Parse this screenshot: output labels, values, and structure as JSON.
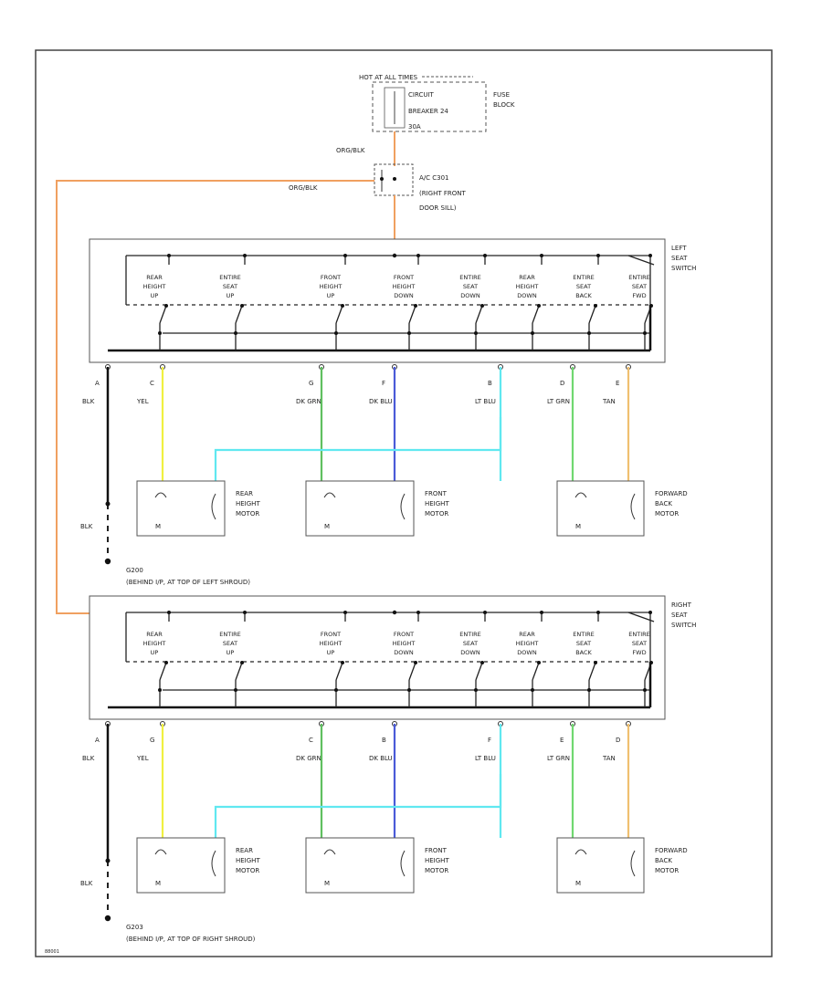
{
  "colors": {
    "org_blk": "#f0a060",
    "yel": "#f0f040",
    "dk_grn": "#60c060",
    "dk_blu": "#4a5ad8",
    "lt_blu": "#60e8f0",
    "lt_grn": "#70d870",
    "tan": "#f0c070",
    "wire": "#222222"
  },
  "header": {
    "fuse_top_label": "HOT AT ALL TIMES",
    "breaker_lines": [
      "CIRCUIT",
      "BREAKER 24",
      "30A"
    ],
    "fuse_block_lines": [
      "FUSE",
      "BLOCK"
    ],
    "org_blk_label": "ORG/BLK",
    "org_blk_label_left": "ORG/BLK",
    "connector_lines": [
      "A/C C301",
      "(RIGHT FRONT",
      "DOOR SILL)"
    ]
  },
  "left_switch": {
    "title_lines": [
      "LEFT",
      "SEAT",
      "SWITCH"
    ],
    "switches": [
      [
        "REAR",
        "HEIGHT",
        "UP"
      ],
      [
        "ENTIRE",
        "SEAT",
        "UP"
      ],
      [
        "FRONT",
        "HEIGHT",
        "UP"
      ],
      [
        "FRONT",
        "HEIGHT",
        "DOWN"
      ],
      [
        "ENTIRE",
        "SEAT",
        "DOWN"
      ],
      [
        "REAR",
        "HEIGHT",
        "DOWN"
      ],
      [
        "ENTIRE",
        "SEAT",
        "BACK"
      ],
      [
        "ENTIRE",
        "SEAT",
        "FWD"
      ]
    ],
    "pins": [
      {
        "pin": "A",
        "wire": "BLK"
      },
      {
        "pin": "C",
        "wire": "YEL"
      },
      {
        "pin": "G",
        "wire": "DK GRN"
      },
      {
        "pin": "F",
        "wire": "DK BLU"
      },
      {
        "pin": "B",
        "wire": "LT BLU"
      },
      {
        "pin": "D",
        "wire": "LT GRN"
      },
      {
        "pin": "E",
        "wire": "TAN"
      }
    ],
    "motors": [
      [
        "REAR",
        "HEIGHT",
        "MOTOR"
      ],
      [
        "FRONT",
        "HEIGHT",
        "MOTOR"
      ],
      [
        "FORWARD",
        "BACK",
        "MOTOR"
      ]
    ],
    "ground_wire": "BLK",
    "ground_name": "G200",
    "ground_desc": "(BEHIND I/P, AT TOP OF LEFT SHROUD)"
  },
  "right_switch": {
    "title_lines": [
      "RIGHT",
      "SEAT",
      "SWITCH"
    ],
    "switches": [
      [
        "REAR",
        "HEIGHT",
        "UP"
      ],
      [
        "ENTIRE",
        "SEAT",
        "UP"
      ],
      [
        "FRONT",
        "HEIGHT",
        "UP"
      ],
      [
        "FRONT",
        "HEIGHT",
        "DOWN"
      ],
      [
        "ENTIRE",
        "SEAT",
        "DOWN"
      ],
      [
        "REAR",
        "HEIGHT",
        "DOWN"
      ],
      [
        "ENTIRE",
        "SEAT",
        "BACK"
      ],
      [
        "ENTIRE",
        "SEAT",
        "FWD"
      ]
    ],
    "pins": [
      {
        "pin": "A",
        "wire": "BLK"
      },
      {
        "pin": "G",
        "wire": "YEL"
      },
      {
        "pin": "C",
        "wire": "DK GRN"
      },
      {
        "pin": "B",
        "wire": "DK BLU"
      },
      {
        "pin": "F",
        "wire": "LT BLU"
      },
      {
        "pin": "E",
        "wire": "LT GRN"
      },
      {
        "pin": "D",
        "wire": "TAN"
      }
    ],
    "motors": [
      [
        "REAR",
        "HEIGHT",
        "MOTOR"
      ],
      [
        "FRONT",
        "HEIGHT",
        "MOTOR"
      ],
      [
        "FORWARD",
        "BACK",
        "MOTOR"
      ]
    ],
    "ground_wire": "BLK",
    "ground_name": "G203",
    "ground_desc": "(BEHIND I/P, AT TOP OF RIGHT SHROUD)"
  },
  "footer_code": "88001"
}
